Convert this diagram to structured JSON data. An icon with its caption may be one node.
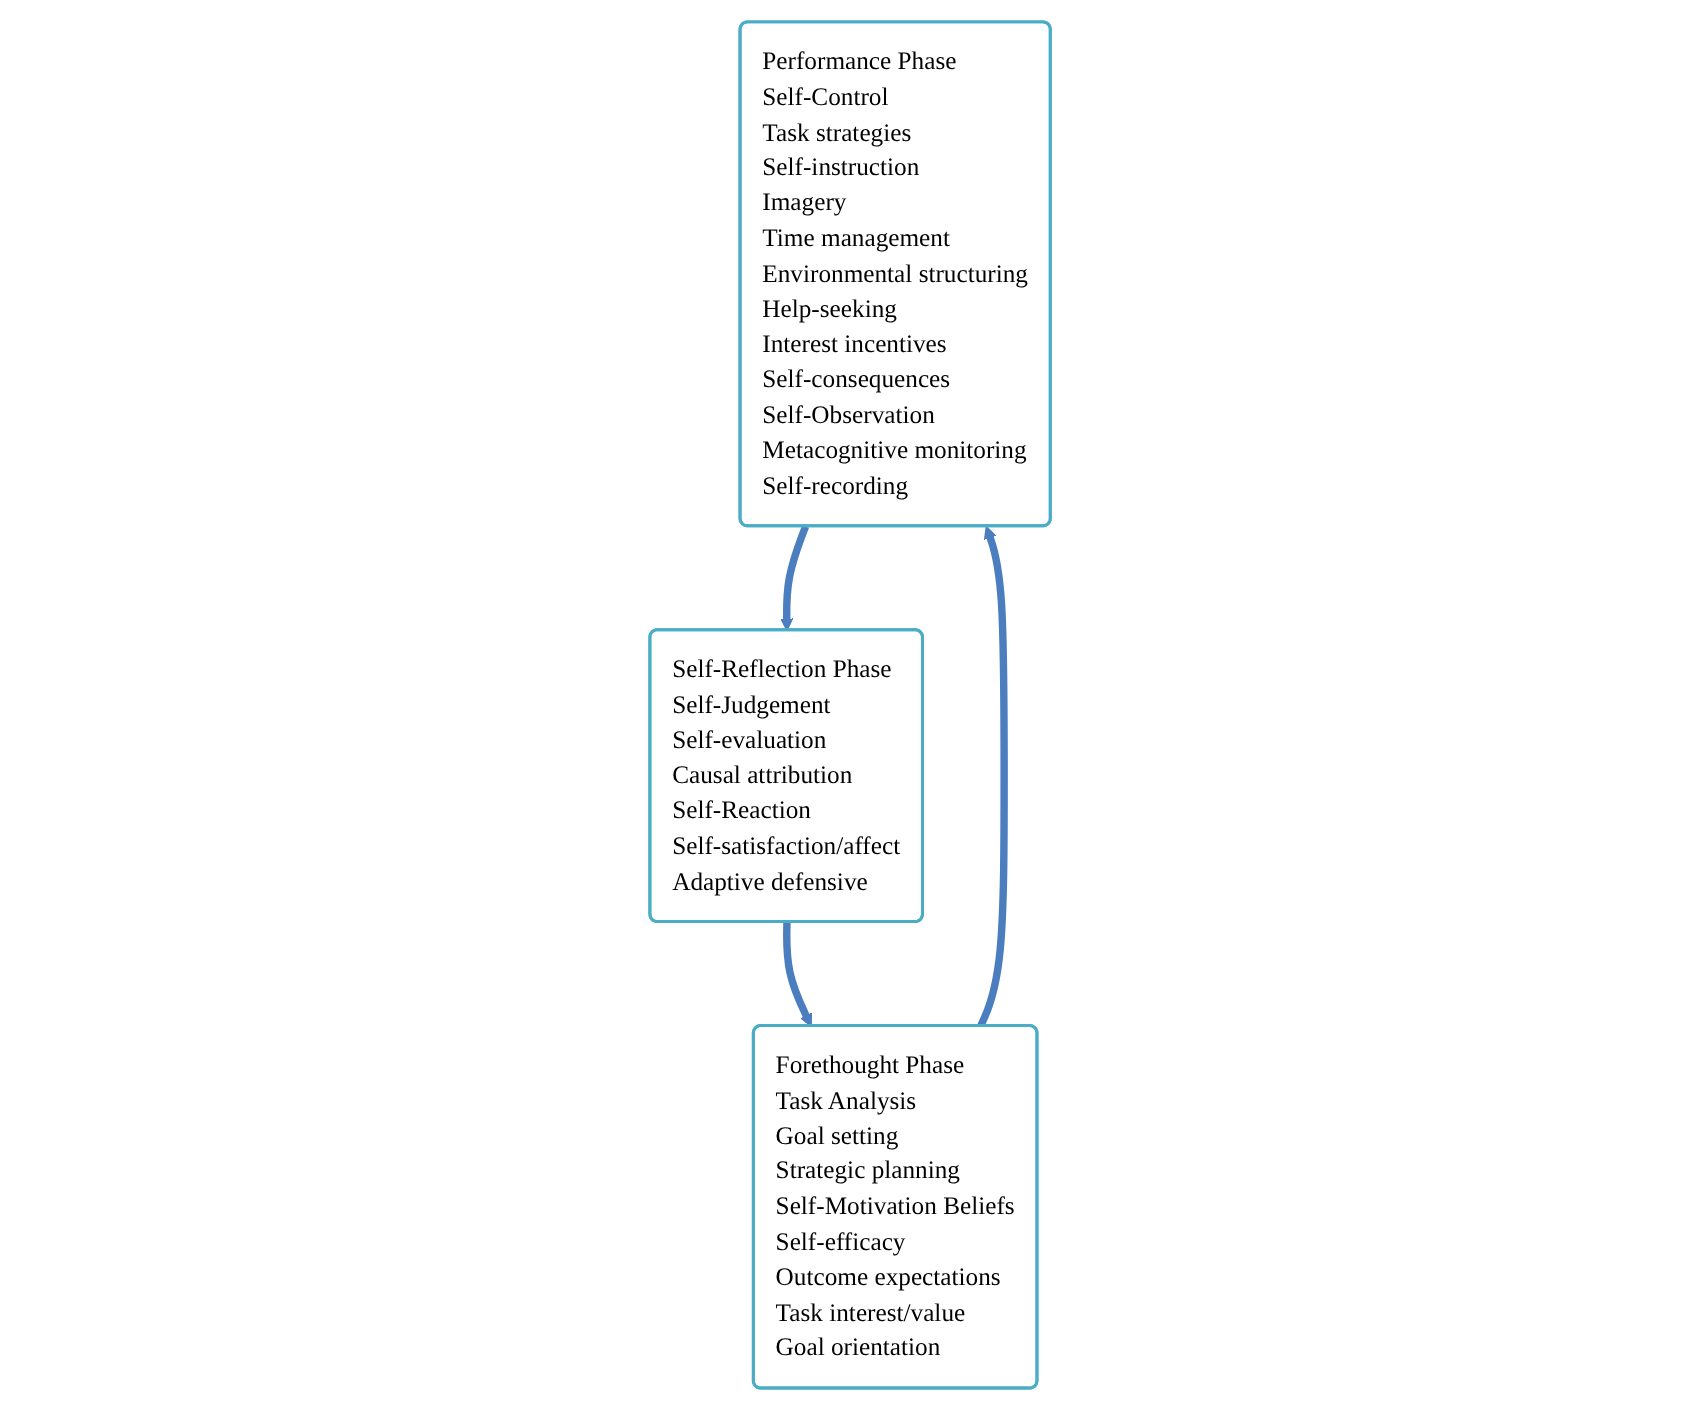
{
  "diagram": {
    "nodes": [
      {
        "text": [
          "Performance Phase",
          "Self-Control",
          "Task strategies",
          "Self-instruction",
          "Imagery",
          "Time management",
          "Environmental structuring",
          "Help-seeking",
          "Interest incentives",
          "Self-consequences",
          "Self-Observation",
          "Metacognitive monitoring",
          "Self-recording"
        ]
      },
      {
        "text": [
          "Forethought Phase",
          "Task Analysis",
          "Goal setting",
          "Strategic planning",
          "Self-Motivation Beliefs",
          "Self-efficacy",
          "Outcome expectations",
          "Task interest/value",
          "Goal orientation"
        ]
      },
      {
        "text": [
          "Self-Reflection Phase",
          "Self-Judgement",
          "Self-evaluation",
          "Causal attribution",
          "Self-Reaction",
          "Self-satisfaction/affect",
          "Adaptive defensive"
        ]
      }
    ],
    "edges": [
      {
        "from": 1,
        "to": 0,
        "arrow": "to"
      },
      {
        "from": 0,
        "to": 2,
        "arrow": "to"
      },
      {
        "from": 2,
        "to": 1,
        "arrow": "to"
      }
    ]
  }
}
